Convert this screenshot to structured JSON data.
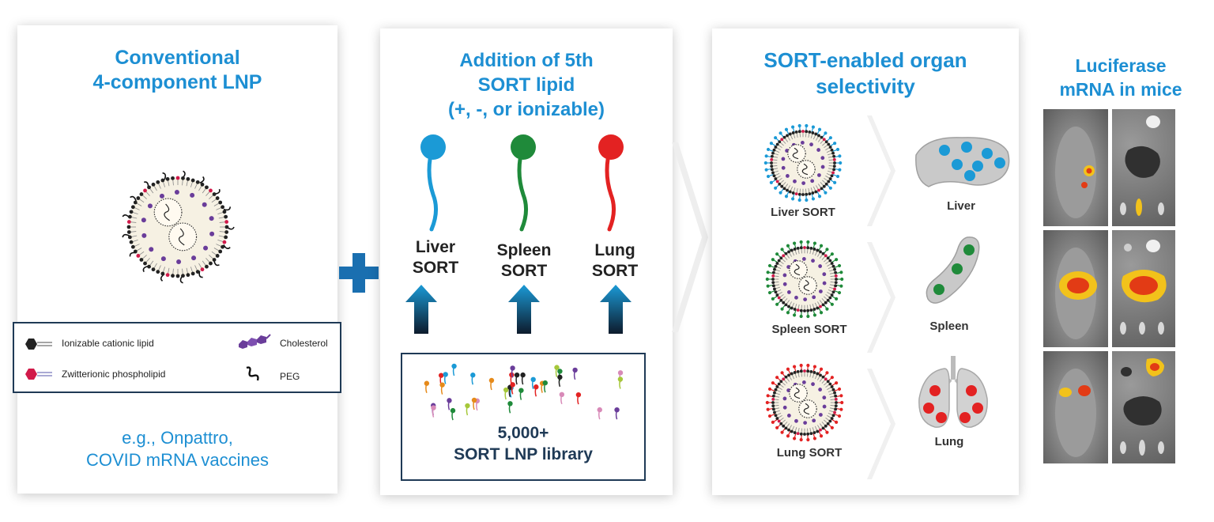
{
  "panel1": {
    "title_line1": "Conventional",
    "title_line2": "4-component LNP",
    "legend": {
      "ionizable": "Ionizable cationic lipid",
      "zwitterionic": "Zwitterionic phospholipid",
      "cholesterol": "Cholesterol",
      "peg": "PEG"
    },
    "footer_line1": "e.g., Onpattro,",
    "footer_line2": "COVID mRNA vaccines"
  },
  "panel2": {
    "title_line1": "Addition of 5th",
    "title_line2": "SORT lipid",
    "title_line3": "(+, -, or ionizable)",
    "lipids": [
      {
        "line1": "Liver",
        "line2": "SORT",
        "color": "#1b9ad6"
      },
      {
        "line1": "Spleen",
        "line2": "SORT",
        "color": "#1f8a3a"
      },
      {
        "line1": "Lung",
        "line2": "SORT",
        "color": "#e32222"
      }
    ],
    "library_line1": "5,000+",
    "library_line2": "SORT LNP library"
  },
  "panel3": {
    "title_line1": "SORT-enabled organ",
    "title_line2": "selectivity",
    "rows": [
      {
        "lnp_label": "Liver SORT",
        "organ": "Liver",
        "color": "#1b9ad6"
      },
      {
        "lnp_label": "Spleen SORT",
        "organ": "Spleen",
        "color": "#1f8a3a"
      },
      {
        "lnp_label": "Lung SORT",
        "organ": "Lung",
        "color": "#e32222"
      }
    ]
  },
  "panel4": {
    "title_line1": "Luciferase",
    "title_line2": "mRNA in mice"
  },
  "colors": {
    "title_blue": "#1d8fd3",
    "navy": "#1f3a56",
    "plus": "#1a6fb0",
    "membrane_dot": "#222222",
    "cholesterol": "#6a3d9a",
    "zwitterionic": "#d11a4a"
  }
}
